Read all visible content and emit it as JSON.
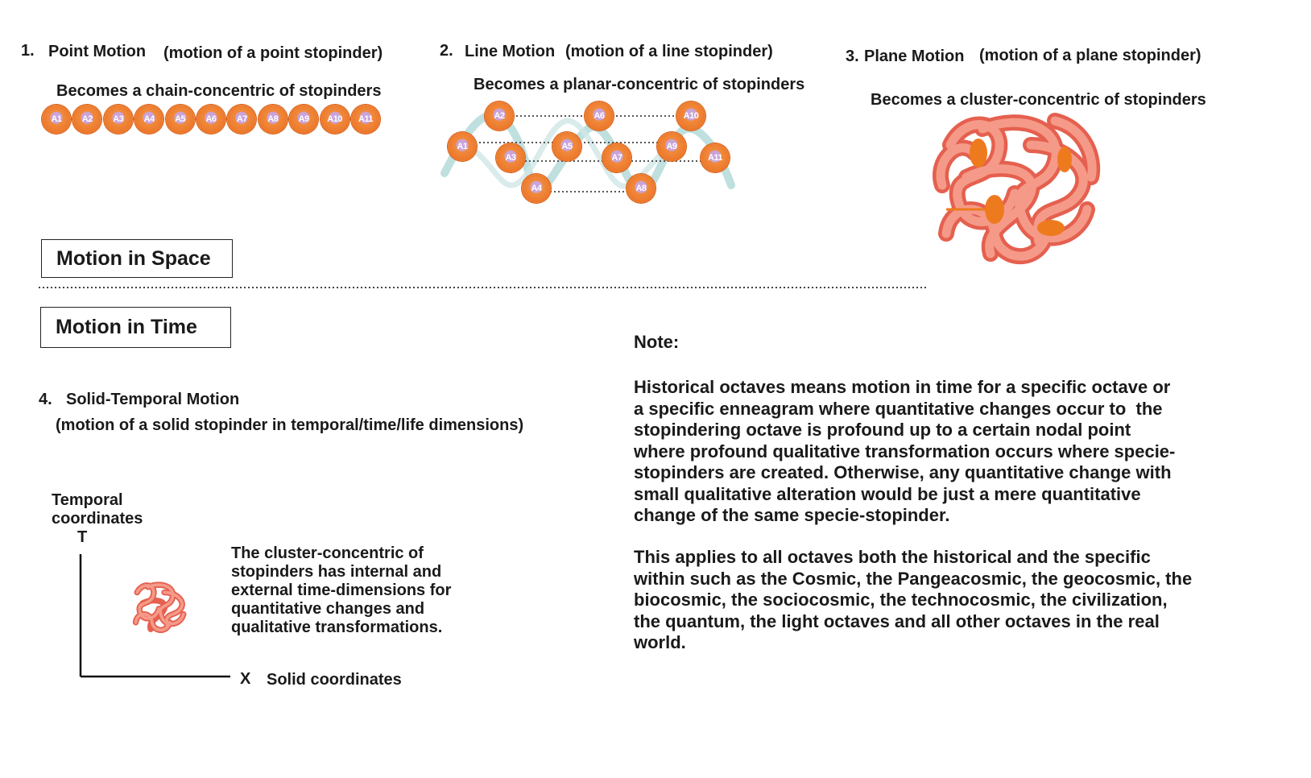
{
  "space": {
    "point": {
      "number": "1.",
      "title": "Point Motion",
      "desc": "(motion of a point stopinder)",
      "becomes": "Becomes a chain-concentric of stopinders",
      "beads": [
        "A1",
        "A2",
        "A3",
        "A4",
        "A5",
        "A6",
        "A7",
        "A8",
        "A9",
        "A10",
        "A11"
      ]
    },
    "line": {
      "number": "2.",
      "title": "Line Motion",
      "desc": "(motion of a line stopinder)",
      "becomes": "Becomes a planar-concentric of stopinders",
      "beads": [
        "A1",
        "A2",
        "A3",
        "A4",
        "A5",
        "A6",
        "A7",
        "A8",
        "A9",
        "A10",
        "A11"
      ]
    },
    "plane": {
      "number": "3.",
      "title": "Plane Motion",
      "desc": "(motion of a plane stopinder)",
      "becomes": "Becomes a cluster-concentric of stopinders"
    },
    "label": "Motion in Space"
  },
  "time": {
    "label": "Motion in Time",
    "solid": {
      "number": "4.",
      "title": "Solid-Temporal Motion",
      "desc": "(motion of a solid stopinder in temporal/time/life dimensions)"
    },
    "axis": {
      "y_label_line1": "Temporal",
      "y_label_line2": "coordinates",
      "y_symbol": "T",
      "x_symbol": "X",
      "x_label": "Solid coordinates"
    },
    "caption": [
      "The cluster-concentric of",
      "stopinders has internal and",
      "external time-dimensions for",
      "quantitative changes and",
      "qualitative transformations."
    ]
  },
  "note": {
    "heading": "Note:",
    "para1": [
      "Historical octaves means motion in time for a specific octave or",
      "a specific enneagram where quantitative changes occur to  the",
      "stopindering octave is profound up to a certain nodal point",
      "where profound qualitative transformation occurs where specie-",
      "stopinders are created. Otherwise, any quantitative change with",
      "small qualitative alteration would be just a mere quantitative",
      "change of the same specie-stopinder."
    ],
    "para2": [
      "This applies to all octaves both the historical and the specific",
      "within such as the Cosmic, the Pangeacosmic, the geocosmic, the",
      "biocosmic, the sociocosmic, the technocosmic, the civilization,",
      "the quantum, the light octaves and all other octaves in the real",
      "world."
    ]
  },
  "colors": {
    "bead_orange": "#ee7a2c",
    "bead_center": "#c9a3d9",
    "tube_salmon": "#f08070",
    "wave_teal": "#b9dcdc"
  }
}
